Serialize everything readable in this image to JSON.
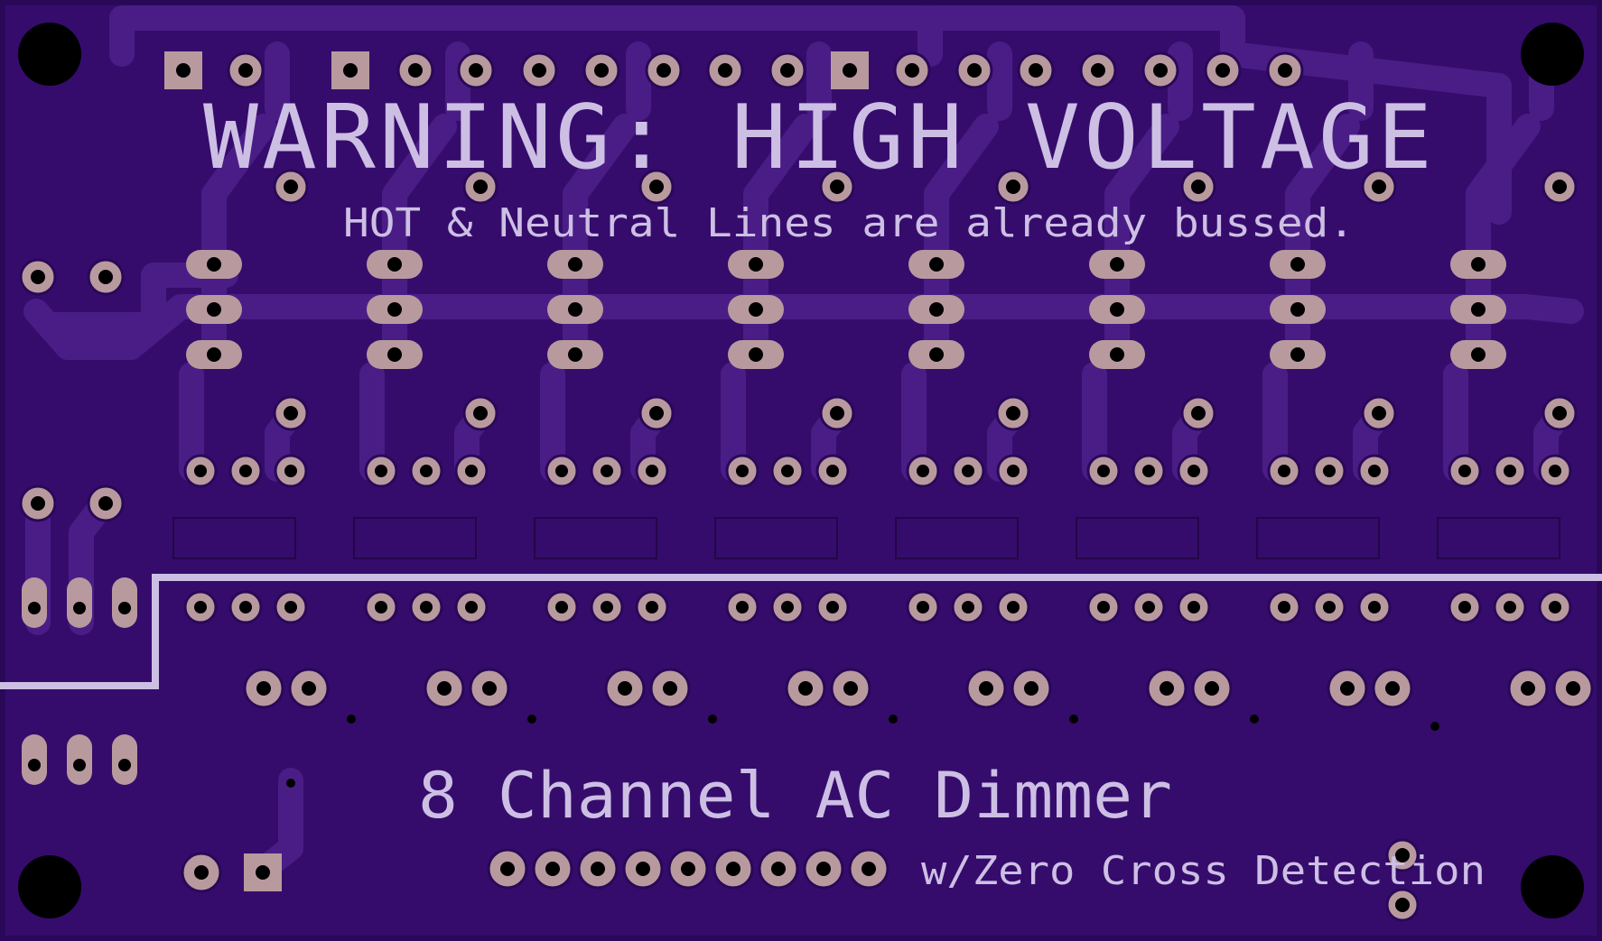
{
  "silkscreen": {
    "warning": "WARNING: HIGH VOLTAGE",
    "bus_note": "HOT & Neutral Lines are already bussed.",
    "product_name": "8 Channel AC Dimmer",
    "subtitle": "w/Zero Cross Detection"
  },
  "board": {
    "channel_count": 8
  },
  "colors": {
    "board": "#3a0e73",
    "copper_trace": "#4b1f88",
    "pad": "#b89a9e",
    "silkscreen": "#cdbfe4",
    "mounting_hole": "#000000"
  }
}
